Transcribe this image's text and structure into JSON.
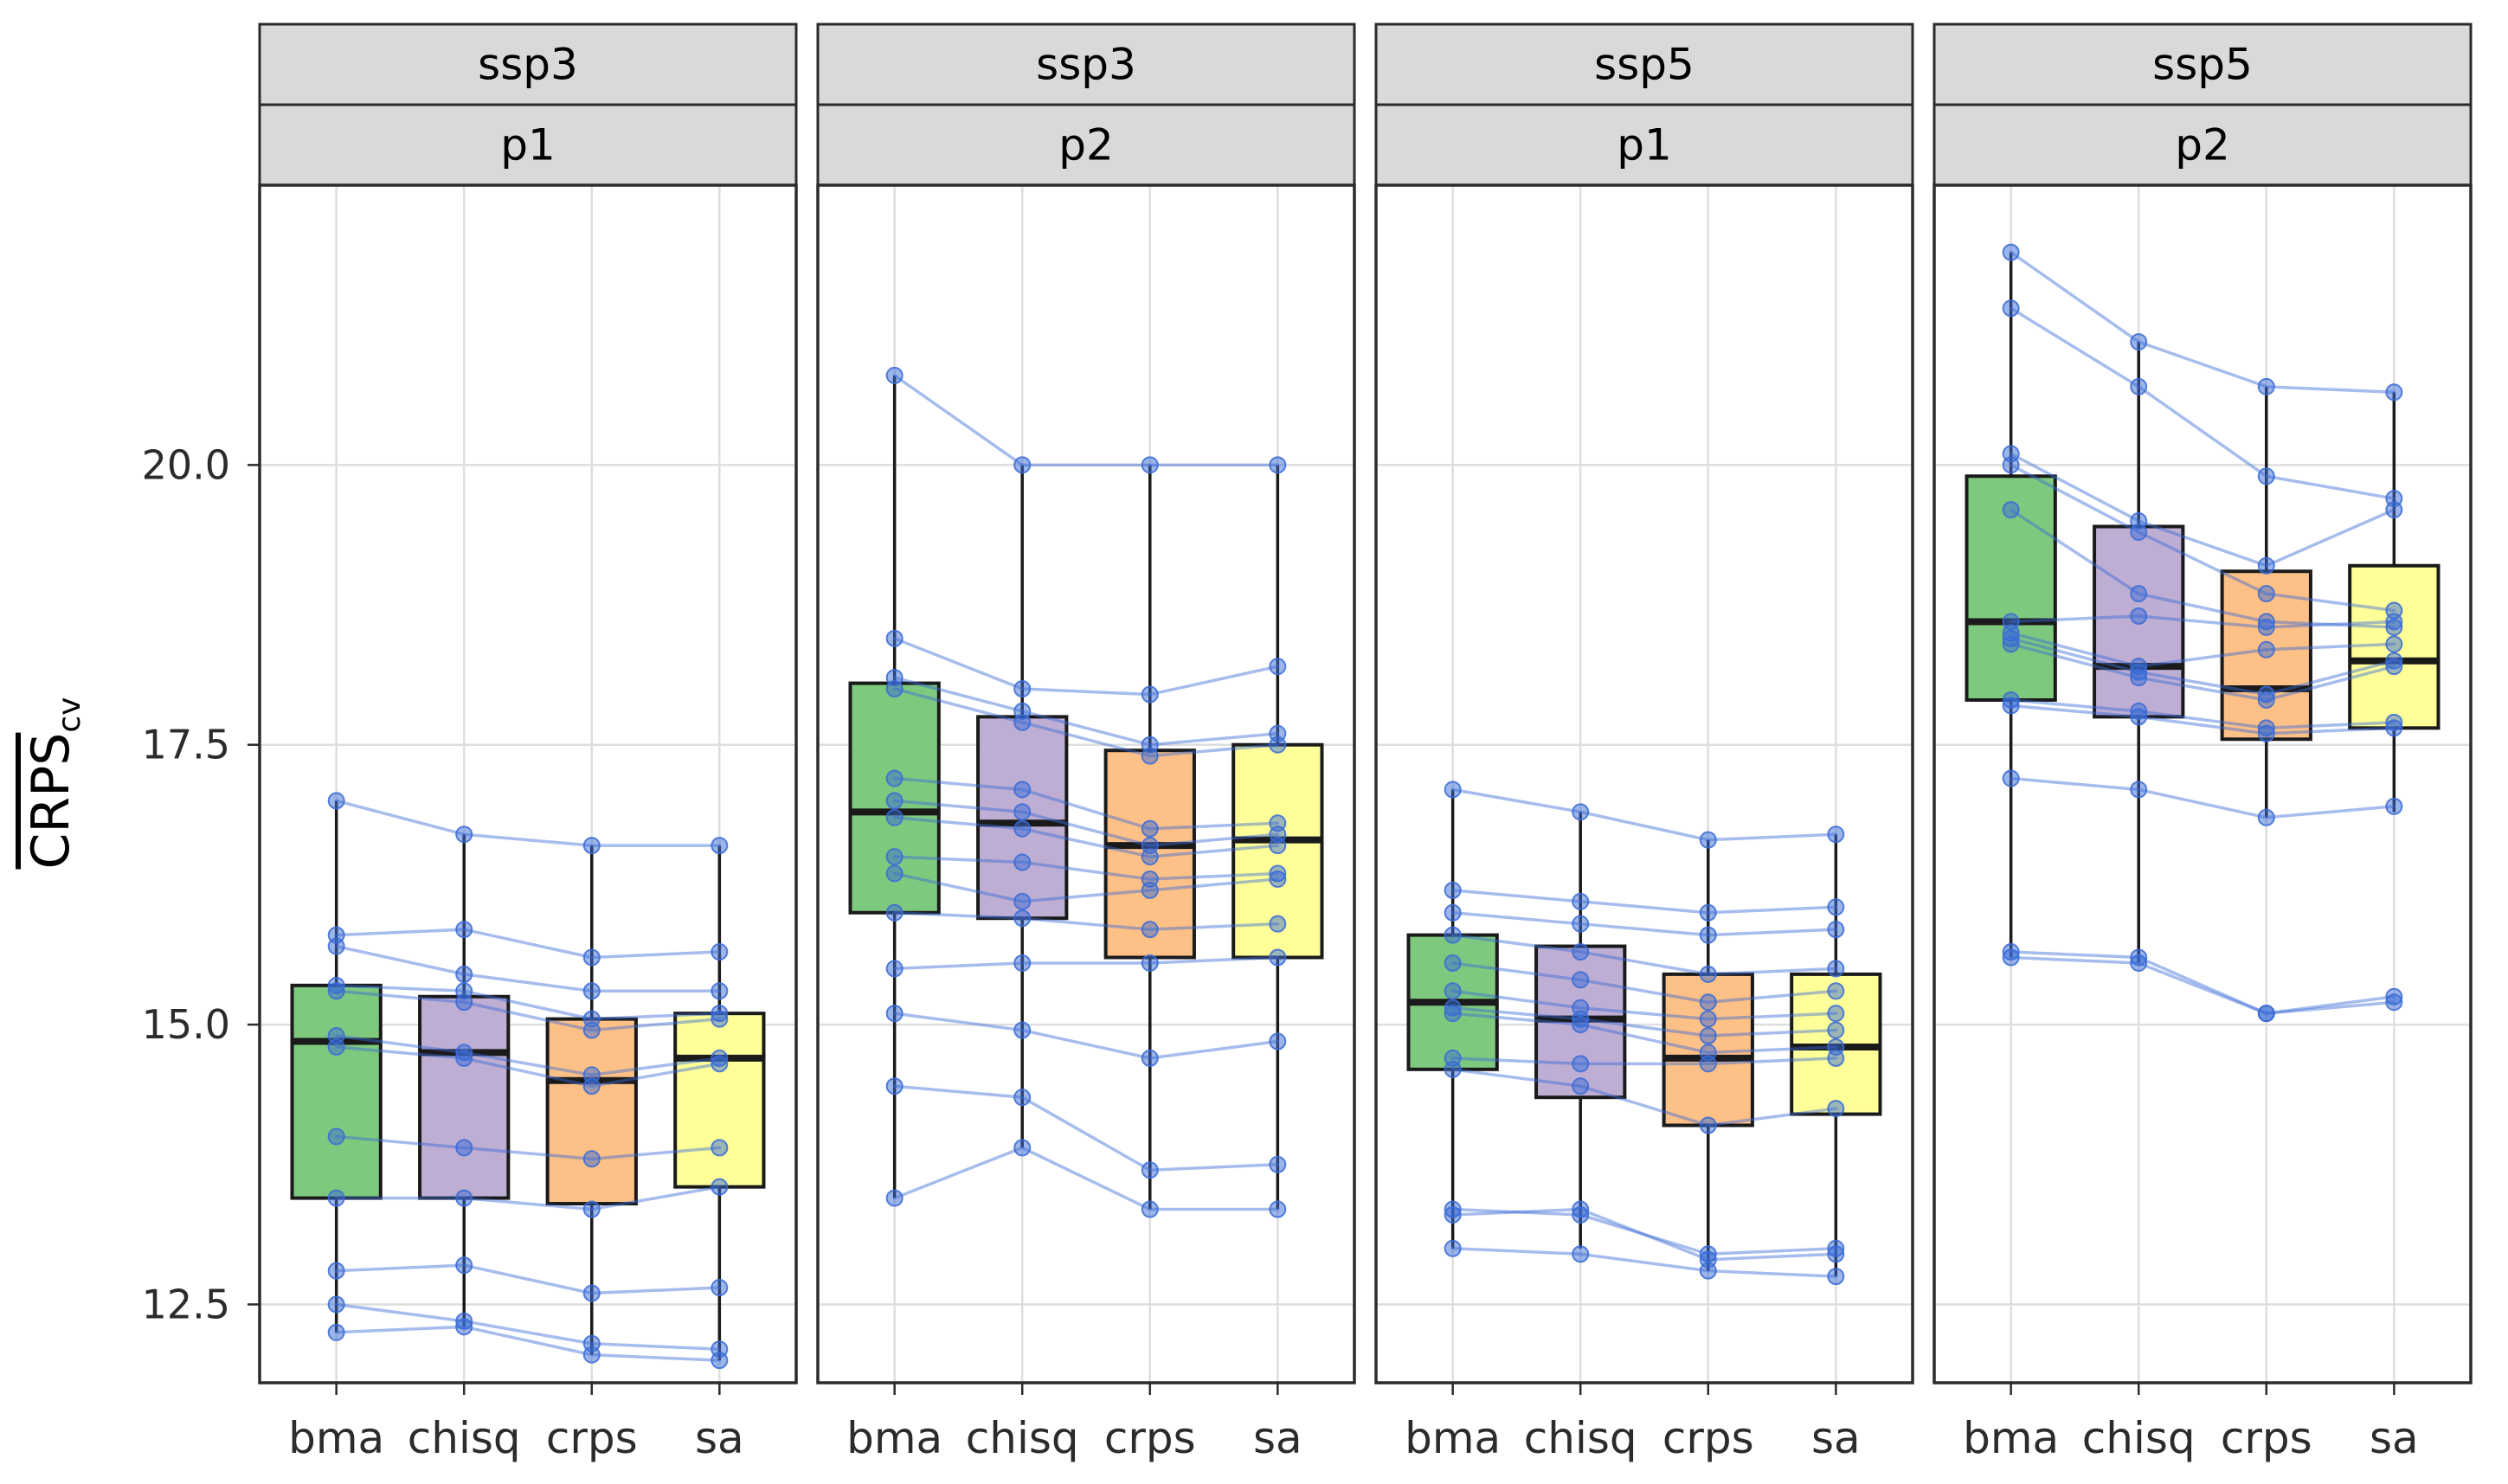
{
  "figure": {
    "y_axis_title_main": "CRPS",
    "y_axis_title_sub": "cv"
  },
  "chart_data": {
    "type": "boxplot",
    "overlay": "paired-observation-lines-and-points",
    "title": "",
    "ylabel": "CRPS_cv (overlined CRPS, subscript cv)",
    "xlabel": "",
    "categories": [
      "bma",
      "chisq",
      "crps",
      "sa"
    ],
    "y_ticks": [
      12.5,
      15.0,
      17.5,
      20.0
    ],
    "y_tick_labels": [
      "12.5",
      "15.0",
      "17.5",
      "20.0"
    ],
    "ylim": [
      11.8,
      22.5
    ],
    "grid": true,
    "legend": "none",
    "colors": {
      "box_fills": [
        "#7FC97F",
        "#BEAED4",
        "#FDC086",
        "#FFFF99"
      ],
      "box_stroke": "#1A1A1A",
      "median_stroke": "#1A1A1A",
      "line": "#3A6BD6",
      "point": "#3A6BD6",
      "strip_fill": "#D9D9D9",
      "strip_border": "#2B2B2B",
      "panel_border": "#2B2B2B",
      "grid_line": "#DEDEDE",
      "axis_text": "#2B2B2B"
    },
    "panels": [
      {
        "strip_top": "ssp3",
        "strip_bottom": "p1",
        "boxes": [
          {
            "category": "bma",
            "lower": 12.25,
            "q1": 13.45,
            "median": 14.85,
            "q3": 15.35,
            "upper": 17.0
          },
          {
            "category": "chisq",
            "lower": 12.3,
            "q1": 13.45,
            "median": 14.75,
            "q3": 15.25,
            "upper": 16.7
          },
          {
            "category": "crps",
            "lower": 12.05,
            "q1": 13.4,
            "median": 14.5,
            "q3": 15.05,
            "upper": 16.6
          },
          {
            "category": "sa",
            "lower": 12.0,
            "q1": 13.55,
            "median": 14.7,
            "q3": 15.1,
            "upper": 16.6
          }
        ],
        "series": [
          [
            17.0,
            16.7,
            16.6,
            16.6
          ],
          [
            15.8,
            15.85,
            15.6,
            15.65
          ],
          [
            15.7,
            15.45,
            15.3,
            15.3
          ],
          [
            15.35,
            15.3,
            15.05,
            15.1
          ],
          [
            15.3,
            15.2,
            14.95,
            15.05
          ],
          [
            14.9,
            14.75,
            14.55,
            14.7
          ],
          [
            14.8,
            14.7,
            14.45,
            14.65
          ],
          [
            14.0,
            13.9,
            13.8,
            13.9
          ],
          [
            13.45,
            13.45,
            13.35,
            13.55
          ],
          [
            12.8,
            12.85,
            12.6,
            12.65
          ],
          [
            12.5,
            12.35,
            12.15,
            12.1
          ],
          [
            12.25,
            12.3,
            12.05,
            12.0
          ]
        ]
      },
      {
        "strip_top": "ssp3",
        "strip_bottom": "p2",
        "boxes": [
          {
            "category": "bma",
            "lower": 13.45,
            "q1": 16.0,
            "median": 16.9,
            "q3": 18.05,
            "upper": 20.8
          },
          {
            "category": "chisq",
            "lower": 13.9,
            "q1": 15.95,
            "median": 16.8,
            "q3": 17.75,
            "upper": 20.0
          },
          {
            "category": "crps",
            "lower": 13.35,
            "q1": 15.6,
            "median": 16.6,
            "q3": 17.45,
            "upper": 20.0
          },
          {
            "category": "sa",
            "lower": 13.35,
            "q1": 15.6,
            "median": 16.65,
            "q3": 17.5,
            "upper": 20.0
          }
        ],
        "series": [
          [
            20.8,
            20.0,
            20.0,
            20.0
          ],
          [
            18.45,
            18.0,
            17.95,
            18.2
          ],
          [
            18.1,
            17.8,
            17.5,
            17.6
          ],
          [
            18.0,
            17.7,
            17.4,
            17.5
          ],
          [
            17.2,
            17.1,
            16.75,
            16.8
          ],
          [
            17.0,
            16.9,
            16.6,
            16.7
          ],
          [
            16.85,
            16.75,
            16.5,
            16.6
          ],
          [
            16.5,
            16.45,
            16.3,
            16.35
          ],
          [
            16.35,
            16.1,
            16.2,
            16.3
          ],
          [
            16.0,
            15.95,
            15.85,
            15.9
          ],
          [
            15.5,
            15.55,
            15.55,
            15.6
          ],
          [
            15.1,
            14.95,
            14.7,
            14.85
          ],
          [
            14.45,
            14.35,
            13.7,
            13.75
          ],
          [
            13.45,
            13.9,
            13.35,
            13.35
          ]
        ]
      },
      {
        "strip_top": "ssp5",
        "strip_bottom": "p1",
        "boxes": [
          {
            "category": "bma",
            "lower": 13.0,
            "q1": 14.6,
            "median": 15.2,
            "q3": 15.8,
            "upper": 17.1
          },
          {
            "category": "chisq",
            "lower": 13.0,
            "q1": 14.35,
            "median": 15.05,
            "q3": 15.7,
            "upper": 16.9
          },
          {
            "category": "crps",
            "lower": 12.8,
            "q1": 14.1,
            "median": 14.7,
            "q3": 15.45,
            "upper": 16.65
          },
          {
            "category": "sa",
            "lower": 12.75,
            "q1": 14.2,
            "median": 14.8,
            "q3": 15.45,
            "upper": 16.7
          }
        ],
        "series": [
          [
            17.1,
            16.9,
            16.65,
            16.7
          ],
          [
            16.2,
            16.1,
            16.0,
            16.05
          ],
          [
            16.0,
            15.9,
            15.8,
            15.85
          ],
          [
            15.8,
            15.65,
            15.45,
            15.5
          ],
          [
            15.55,
            15.4,
            15.2,
            15.3
          ],
          [
            15.3,
            15.15,
            15.05,
            15.1
          ],
          [
            15.15,
            15.05,
            14.9,
            14.95
          ],
          [
            15.1,
            15.0,
            14.75,
            14.8
          ],
          [
            14.7,
            14.65,
            14.65,
            14.7
          ],
          [
            14.6,
            14.45,
            14.1,
            14.25
          ],
          [
            13.35,
            13.3,
            12.95,
            13.0
          ],
          [
            13.3,
            13.35,
            12.9,
            12.95
          ],
          [
            13.0,
            12.95,
            12.8,
            12.75
          ]
        ]
      },
      {
        "strip_top": "ssp5",
        "strip_bottom": "p2",
        "boxes": [
          {
            "category": "bma",
            "lower": 15.6,
            "q1": 17.9,
            "median": 18.6,
            "q3": 19.9,
            "upper": 21.9
          },
          {
            "category": "chisq",
            "lower": 15.55,
            "q1": 17.75,
            "median": 18.2,
            "q3": 19.45,
            "upper": 21.1
          },
          {
            "category": "crps",
            "lower": 16.85,
            "q1": 17.55,
            "median": 18.0,
            "q3": 19.05,
            "upper": 20.7
          },
          {
            "category": "sa",
            "lower": 16.9,
            "q1": 17.65,
            "median": 18.25,
            "q3": 19.1,
            "upper": 20.65
          }
        ],
        "series": [
          [
            21.9,
            21.1,
            20.7,
            20.65
          ],
          [
            21.4,
            20.7,
            19.9,
            19.7
          ],
          [
            20.1,
            19.5,
            19.1,
            19.6
          ],
          [
            20.0,
            19.4,
            18.85,
            18.7
          ],
          [
            19.6,
            18.85,
            18.6,
            18.55
          ],
          [
            18.6,
            18.65,
            18.55,
            18.6
          ],
          [
            18.5,
            18.2,
            18.35,
            18.4
          ],
          [
            18.45,
            18.15,
            17.95,
            18.25
          ],
          [
            18.4,
            18.1,
            17.9,
            18.2
          ],
          [
            17.9,
            17.8,
            17.65,
            17.7
          ],
          [
            17.85,
            17.75,
            17.6,
            17.65
          ],
          [
            17.2,
            17.1,
            16.85,
            16.95
          ],
          [
            15.65,
            15.6,
            15.1,
            15.25
          ],
          [
            15.6,
            15.55,
            15.1,
            15.2
          ]
        ]
      }
    ]
  }
}
